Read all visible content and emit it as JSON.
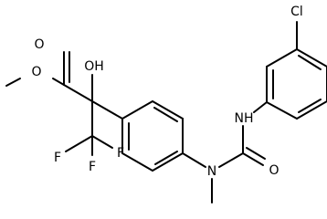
{
  "labels": {
    "o_ester_carbonyl": "O",
    "o_methoxy": "O",
    "oh": "OH",
    "f1": "F",
    "f2": "F",
    "f3": "F",
    "n_methyl": "N",
    "o_urea": "O",
    "nh": "NH",
    "cl": "Cl"
  }
}
